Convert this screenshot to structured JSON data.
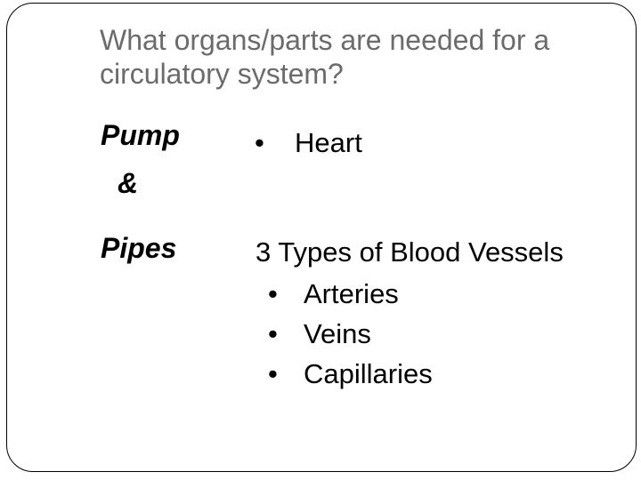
{
  "slide": {
    "title": "What organs/parts are needed for a circulatory system?",
    "bullet_glyph": "•",
    "left_column": {
      "pump_label": "Pump",
      "connector": "&",
      "pipes_label": "Pipes"
    },
    "right_column": {
      "heart_item": {
        "label": "Heart"
      },
      "vessels_heading": "3 Types of Blood Vessels",
      "vessel_items": [
        {
          "label": "Arteries"
        },
        {
          "label": "Veins"
        },
        {
          "label": "Capillaries"
        }
      ]
    },
    "colors": {
      "background": "#ffffff",
      "border": "#000000",
      "title_text": "#6b6b6b",
      "body_text": "#000000"
    }
  }
}
